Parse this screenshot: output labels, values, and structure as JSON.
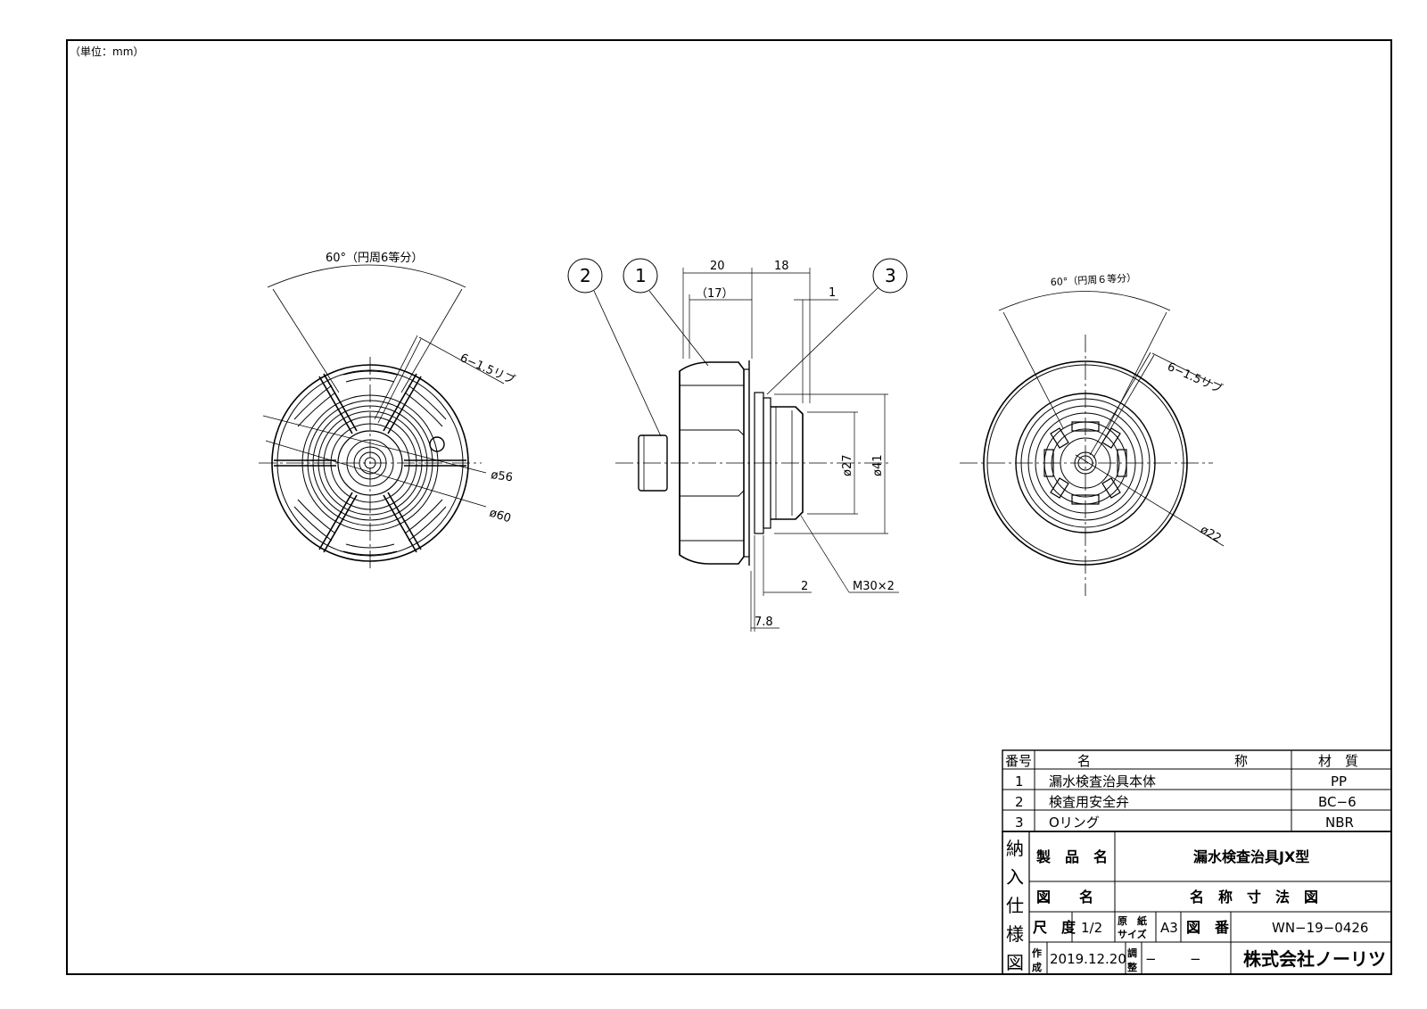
{
  "unit_note": "（単位：mm）",
  "views": {
    "left": {
      "angle_label": "60°（円周6等分）",
      "rib_label": "6−1.5リブ",
      "dia_56": "ø56",
      "dia_60": "ø60"
    },
    "side": {
      "callouts": [
        "2",
        "1",
        "3"
      ],
      "dim_20": "20",
      "dim_18": "18",
      "dim_17": "（17）",
      "dim_1": "1",
      "dia_27": "ø27",
      "dia_41": "ø41",
      "dim_2": "2",
      "dim_7_8": "7.8",
      "thread": "M30×2"
    },
    "right": {
      "angle_label": "60°（円周６等分）",
      "rib_label": "6−1.5リブ",
      "dia_22": "ø22"
    }
  },
  "parts_table": {
    "headers": {
      "no": "番号",
      "name_a": "名",
      "name_b": "称",
      "material": "材　質"
    },
    "rows": [
      {
        "no": "1",
        "name": "漏水検査治具本体",
        "material": "PP"
      },
      {
        "no": "2",
        "name": "検査用安全弁",
        "material": "BC−6"
      },
      {
        "no": "3",
        "name": "Oリング",
        "material": "NBR"
      }
    ]
  },
  "title_block": {
    "vertical": [
      "納",
      "入",
      "仕",
      "様",
      "図"
    ],
    "product_label": "製　品　名",
    "product_value": "漏水検査治具JX型",
    "drawing_label": "図　　名",
    "drawing_value": "名　称　寸　法　図",
    "scale_label": "尺　度",
    "scale_value": "1/2",
    "paper_label_a": "原　紙",
    "paper_label_b": "サイズ",
    "paper_value": "A3",
    "number_label": "図　番",
    "number_value": "WN−19−0426",
    "created_label_a": "作",
    "created_label_b": "成",
    "created_value": "2019.12.20",
    "adjust_label_a": "調",
    "adjust_label_b": "整",
    "adjust_value_a": "−",
    "adjust_value_b": "−",
    "company": "株式会社ノーリツ"
  }
}
